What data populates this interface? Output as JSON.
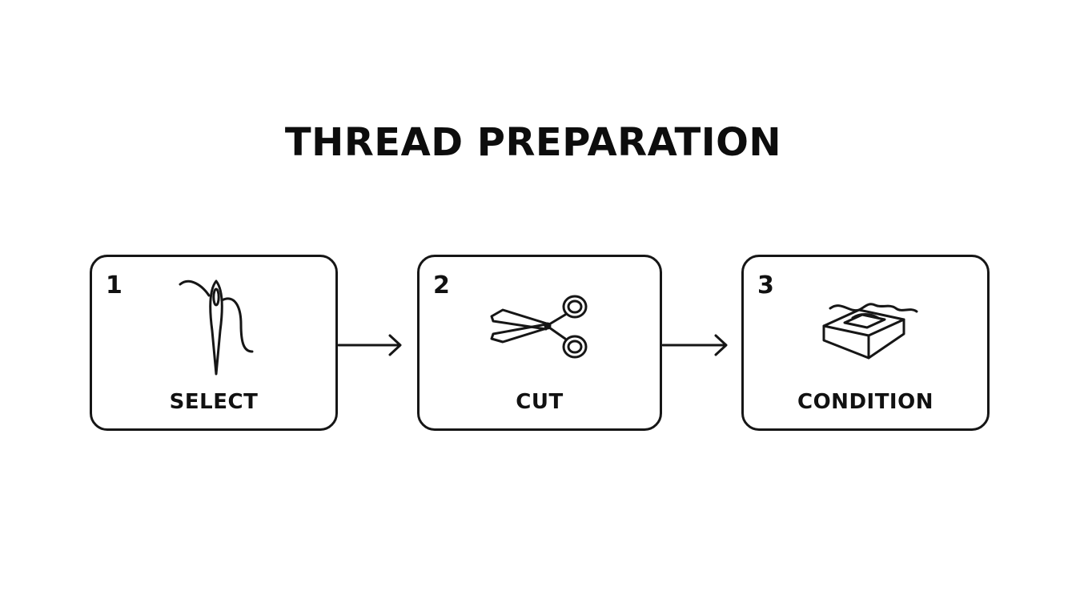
{
  "title": "THREAD PREPARATION",
  "steps": [
    {
      "number": "1",
      "label": "SELECT",
      "icon": "needle-and-thread-icon"
    },
    {
      "number": "2",
      "label": "CUT",
      "icon": "scissors-icon"
    },
    {
      "number": "3",
      "label": "CONDITION",
      "icon": "thread-conditioner-icon"
    }
  ],
  "colors": {
    "stroke": "#161616",
    "background": "#ffffff",
    "text": "#111111"
  }
}
